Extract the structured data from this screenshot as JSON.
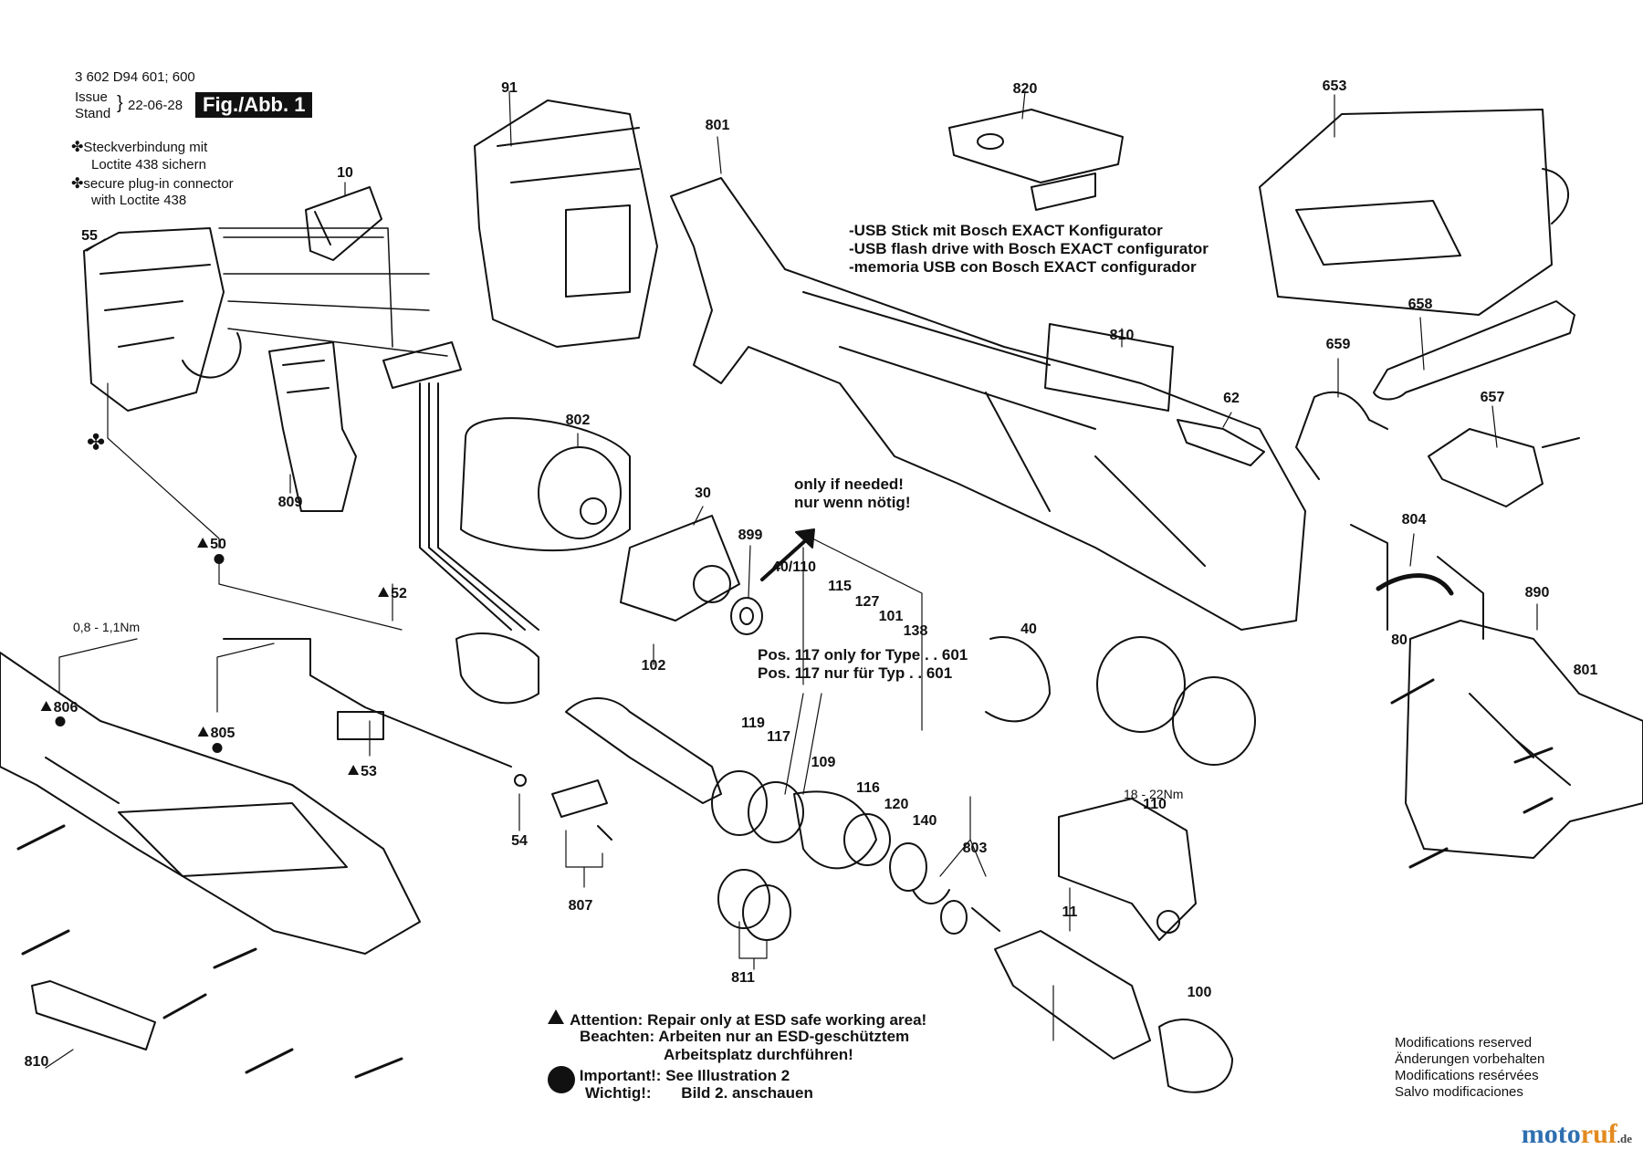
{
  "header": {
    "doc_number": "3 602 D94 601; 600",
    "issue_label_1": "Issue",
    "issue_label_2": "Stand",
    "issue_date": "22-06-28",
    "fig_label": "Fig./Abb. 1",
    "note_de_1": "Steckverbindung mit",
    "note_de_2": "Loctite 438 sichern",
    "note_en_1": "secure plug-in connector",
    "note_en_2": "with Loctite 438"
  },
  "usb_note": {
    "de": "-USB Stick mit Bosch EXACT Konfigurator",
    "en": "-USB flash drive with Bosch EXACT configurator",
    "es": "-memoria USB con Bosch EXACT configurador"
  },
  "needed_note": {
    "en": "only if needed!",
    "de": "nur wenn nötig!"
  },
  "type_note": {
    "en": "Pos. 117 only for Type . . 601",
    "de": "Pos. 117 nur für Typ . . 601"
  },
  "torque": {
    "t1": "0,8 - 1,1Nm",
    "t2": "18 - 22Nm"
  },
  "parts": {
    "p91": "91",
    "p820": "820",
    "p653": "653",
    "p801a": "801",
    "p10": "10",
    "p55": "55",
    "p810a": "810",
    "p62": "62",
    "p659": "659",
    "p658": "658",
    "p657": "657",
    "p802": "802",
    "p30": "30",
    "p899": "899",
    "p809": "809",
    "p50": "50",
    "p52": "52",
    "p804": "804",
    "p890": "890",
    "p40_110": "40/110",
    "p115": "115",
    "p127": "127",
    "p101": "101",
    "p138": "138",
    "p40": "40",
    "p80": "80",
    "p801b": "801",
    "p806": "806",
    "p805": "805",
    "p53": "53",
    "p54": "54",
    "p807": "807",
    "p102": "102",
    "p119": "119",
    "p117": "117",
    "p109": "109",
    "p116": "116",
    "p120": "120",
    "p140": "140",
    "p110": "110",
    "p803": "803",
    "p11": "11",
    "p100": "100",
    "p811": "811",
    "p810b": "810"
  },
  "attention": {
    "k1": "Attention:",
    "v1": "Repair only at ESD safe working area!",
    "k2": "Beachten:",
    "v2a": "Arbeiten nur an ESD-geschütztem",
    "v2b": "Arbeitsplatz durchführen!",
    "k3": "Important!:",
    "v3": "See Illustration 2",
    "k4": "Wichtig!:",
    "v4": "Bild 2. anschauen"
  },
  "modifications": {
    "en": "Modifications reserved",
    "de": "Änderungen vorbehalten",
    "fr": "Modifications resérvées",
    "es": "Salvo modificaciones"
  },
  "watermark": {
    "a": "moto",
    "b": "ruf",
    "c": ".de"
  }
}
